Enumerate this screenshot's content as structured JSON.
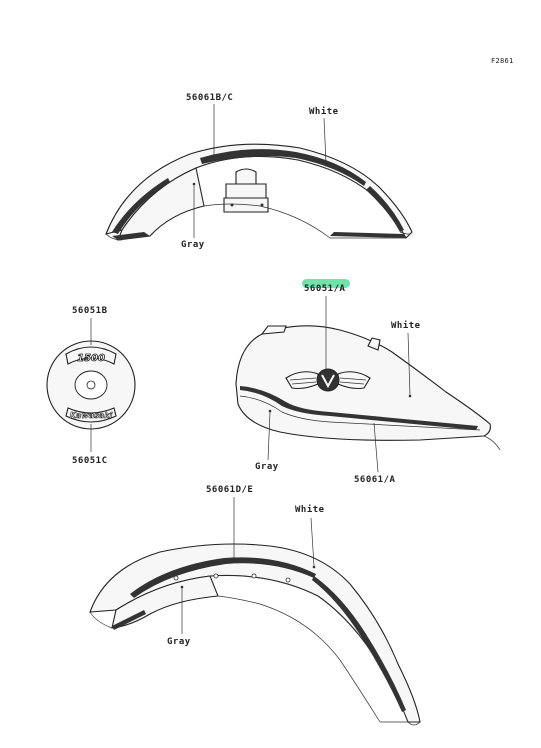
{
  "figure_id": "F2861",
  "parts": {
    "rear_fender_front_part": "56061B/C",
    "rear_fender_front_color_white": "White",
    "rear_fender_front_color_gray": "Gray",
    "emblem_tank": "56051/A",
    "tank_color_white": "White",
    "tank_color_gray": "Gray",
    "tank_stripe": "56061/A",
    "badge_top": "56051B",
    "badge_bottom": "56051C",
    "rear_fender_part": "56061D/E",
    "rear_fender_color_white": "White",
    "rear_fender_color_gray": "Gray"
  },
  "badge_text": {
    "top": "1500",
    "bottom": "Kawasaki"
  },
  "highlight_color": "#5ee0a3"
}
